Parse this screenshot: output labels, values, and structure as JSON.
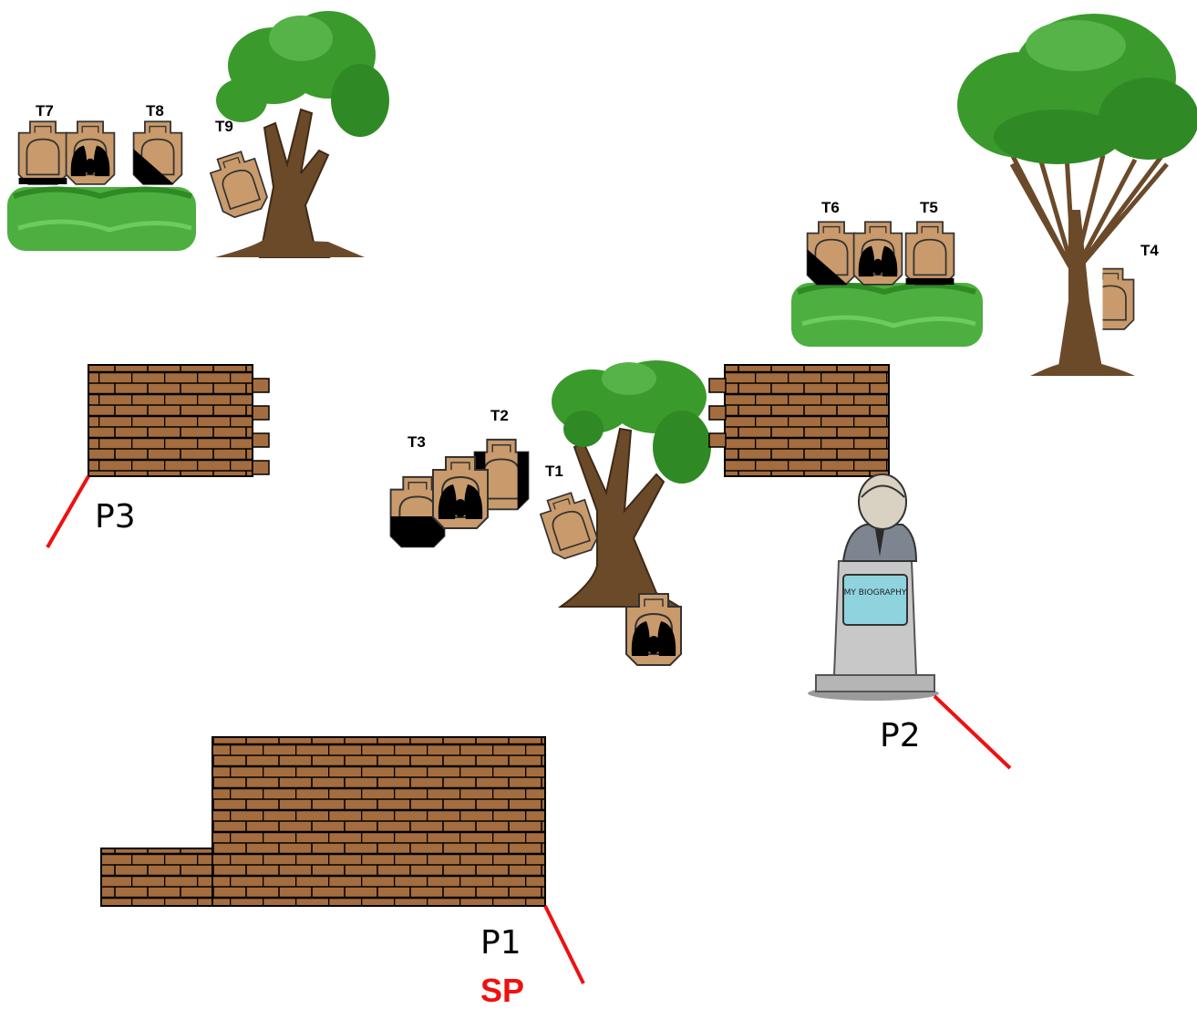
{
  "targets": {
    "t1": "T1",
    "t2": "T2",
    "t3": "T3",
    "t4": "T4",
    "t5": "T5",
    "t6": "T6",
    "t7": "T7",
    "t8": "T8",
    "t9": "T9"
  },
  "positions": {
    "p1": "P1",
    "p2": "P2",
    "p3": "P3",
    "sp": "SP"
  },
  "statue_sign": "MY BIOGRAPHY",
  "colors": {
    "brick": "#a46d3f",
    "mortar": "#000000",
    "target_fill": "#c99a6b",
    "no_shoot_mask": "#000000",
    "foliage": "#3a9a2c",
    "trunk": "#6b4a2a",
    "bush": "#4caf3f",
    "fault_line": "#ee1111"
  }
}
